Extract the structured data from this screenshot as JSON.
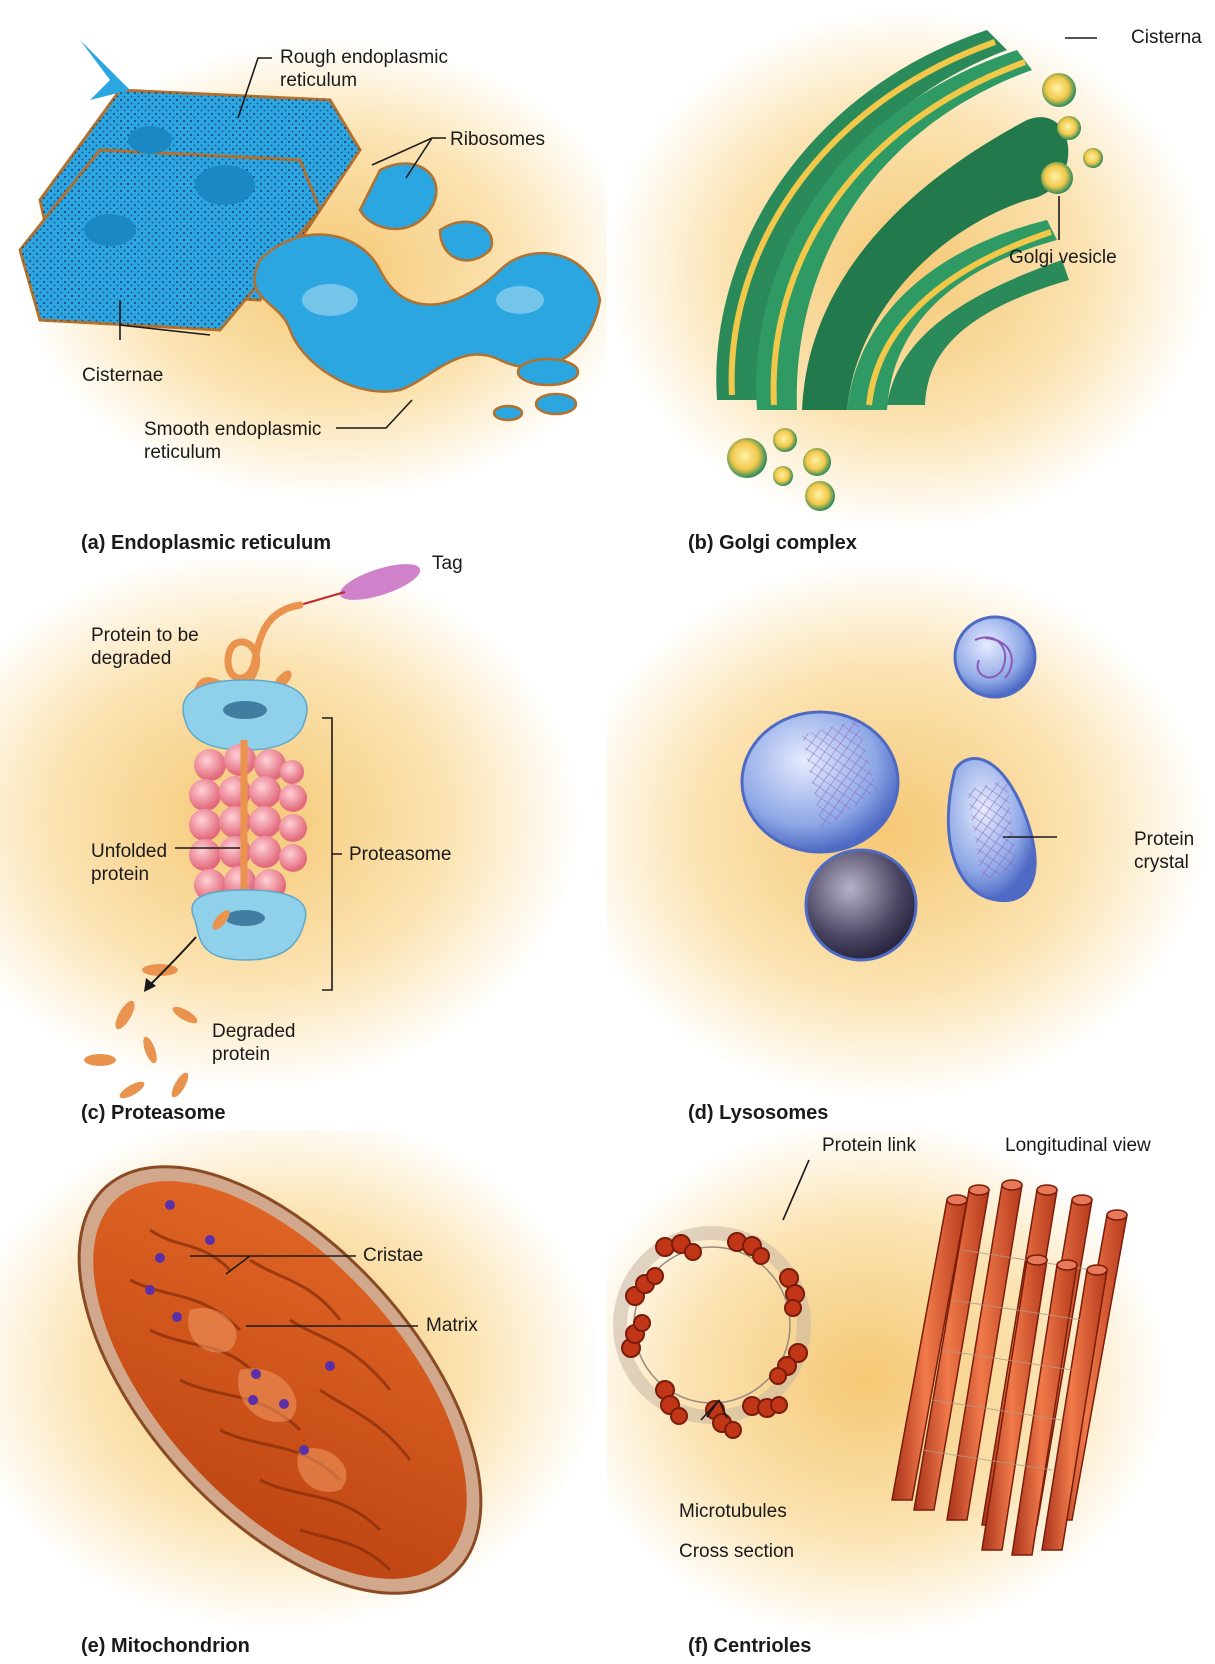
{
  "panels": {
    "er": {
      "caption": "(a) Endoplasmic reticulum",
      "labels": {
        "rough_er": "Rough endoplasmic\nreticulum",
        "ribosomes": "Ribosomes",
        "cisternae": "Cisternae",
        "smooth_er": "Smooth endoplasmic\nreticulum"
      }
    },
    "golgi": {
      "caption": "(b) Golgi complex",
      "labels": {
        "cisterna": "Cisterna",
        "golgi_vesicle": "Golgi vesicle"
      }
    },
    "proteasome": {
      "caption": "(c) Proteasome",
      "labels": {
        "tag": "Tag",
        "protein_to_degrade": "Protein to be\ndegraded",
        "unfolded_protein": "Unfolded\nprotein",
        "proteasome": "Proteasome",
        "degraded_protein": "Degraded\nprotein"
      }
    },
    "lysosomes": {
      "caption": "(d) Lysosomes",
      "labels": {
        "protein_crystal": "Protein\ncrystal"
      }
    },
    "mitochondrion": {
      "caption": "(e) Mitochondrion",
      "labels": {
        "cristae": "Cristae",
        "matrix": "Matrix"
      }
    },
    "centrioles": {
      "caption": "(f) Centrioles",
      "labels": {
        "protein_link": "Protein link",
        "longitudinal_view": "Longitudinal view",
        "microtubules": "Microtubules",
        "cross_section": "Cross section"
      }
    }
  },
  "colors": {
    "background_glow": "#f5c874",
    "er_blue": "#2ba6e0",
    "golgi_green": "#2a8a5a",
    "golgi_yellow": "#f2c84a",
    "proteasome_blue": "#8fd0ea",
    "proteasome_pink": "#ee8290",
    "lysosome_blue": "#8ea7e6",
    "mito_orange": "#d6531a",
    "centriole_red": "#d64a26"
  }
}
